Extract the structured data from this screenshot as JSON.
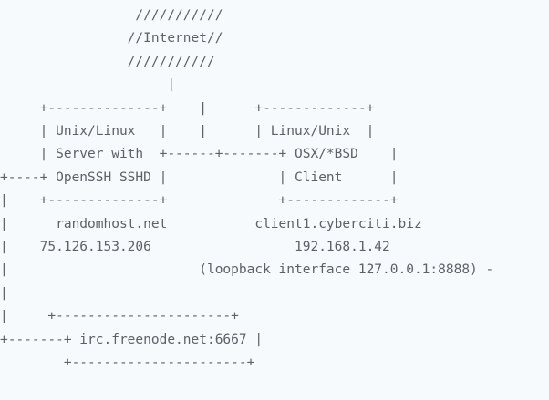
{
  "document": {
    "kind": "ascii-art-network-diagram",
    "title": "SSH reverse tunnel ASCII network diagram",
    "colors": {
      "background": "#f7fafc",
      "text": "#5b6168"
    },
    "lines": [
      "                 ///////////",
      "                //Internet//",
      "                ///////////",
      "                     |",
      "     +--------------+    |      +-------------+",
      "     | Unix/Linux   |    |      | Linux/Unix  |",
      "     | Server with  +------+-------+ OSX/*BSD    |",
      "+----+ OpenSSH SSHD |              | Client      |",
      "|    +--------------+              +-------------+",
      "|      randomhost.net           client1.cyberciti.biz",
      "|    75.126.153.206                  192.168.1.42",
      "|                        (loopback interface 127.0.0.1:8888) -",
      "|",
      "|     +----------------------+",
      "+-------+ irc.freenode.net:6667 |",
      "        +----------------------+"
    ],
    "labels": {
      "cloud_top": "///////////",
      "cloud_mid": "//Internet//",
      "cloud_bottom": "///////////",
      "left_box_line1": "Unix/Linux",
      "left_box_line2": "Server with",
      "left_box_line3": "OpenSSH SSHD",
      "right_box_line1": "Linux/Unix",
      "right_box_line2": "OSX/*BSD",
      "right_box_line3": "Client",
      "left_hostname": "randomhost.net",
      "left_ip": "75.126.153.206",
      "right_hostname": "client1.cyberciti.biz",
      "right_ip": "192.168.1.42",
      "loopback_note": "(loopback interface 127.0.0.1:8888)",
      "irc_endpoint": "irc.freenode.net:6667"
    }
  }
}
